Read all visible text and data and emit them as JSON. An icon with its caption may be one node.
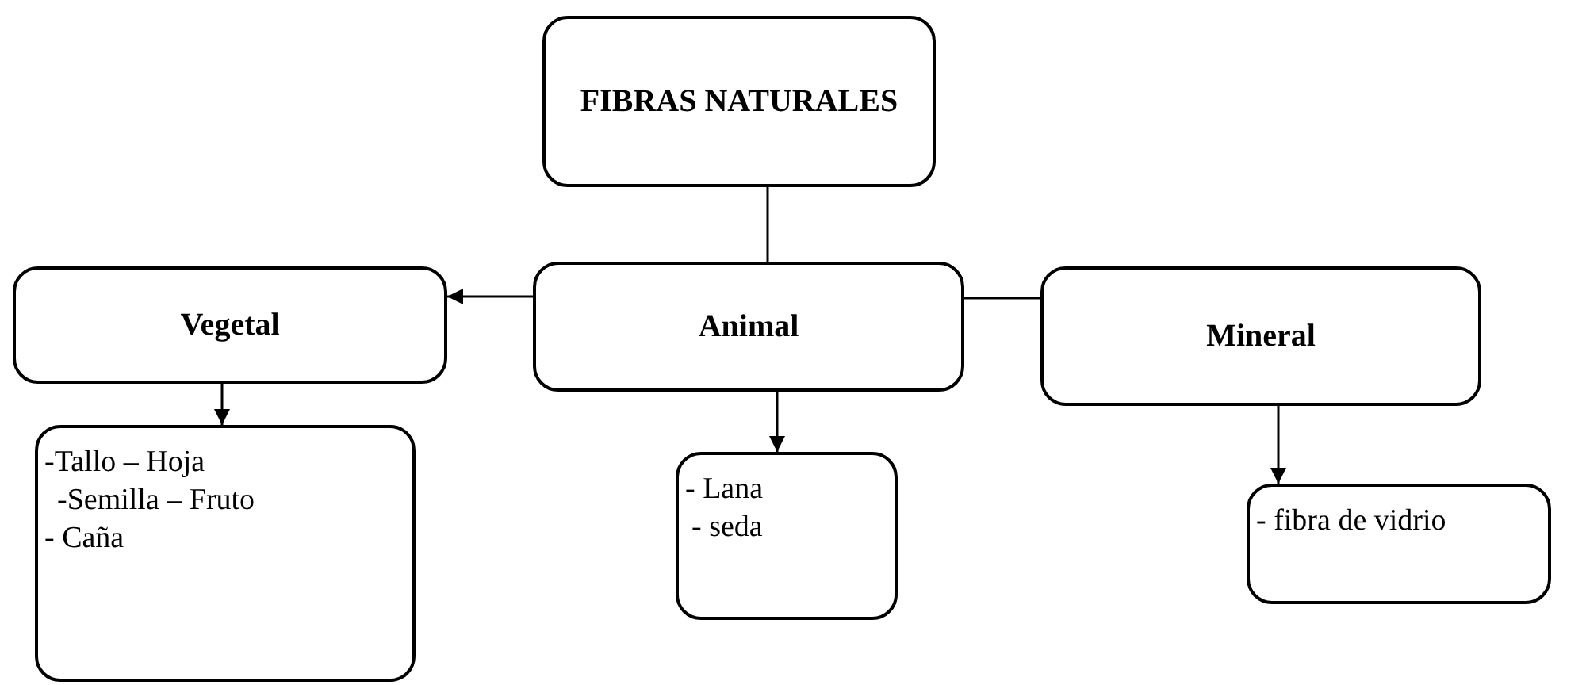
{
  "diagram": {
    "nodes": [
      {
        "text": [
          "FIBRAS NATURALES"
        ]
      },
      {
        "text": [
          "Vegetal"
        ]
      },
      {
        "text": [
          "Animal"
        ]
      },
      {
        "text": [
          "Mineral"
        ]
      },
      {
        "text": [
          "-Tallo – Hoja",
          "-Semilla – Fruto",
          "- Caña"
        ]
      },
      {
        "text": [
          "- Lana",
          "- seda"
        ]
      },
      {
        "text": [
          "- fibra de vidrio"
        ]
      }
    ],
    "edges": [
      {
        "from": 0,
        "to": 2,
        "arrow": "none"
      },
      {
        "from": 2,
        "to": 1,
        "arrow": "to"
      },
      {
        "from": 2,
        "to": 3,
        "arrow": "none"
      },
      {
        "from": 1,
        "to": 4,
        "arrow": "to"
      },
      {
        "from": 2,
        "to": 5,
        "arrow": "to"
      },
      {
        "from": 3,
        "to": 6,
        "arrow": "to"
      }
    ]
  }
}
